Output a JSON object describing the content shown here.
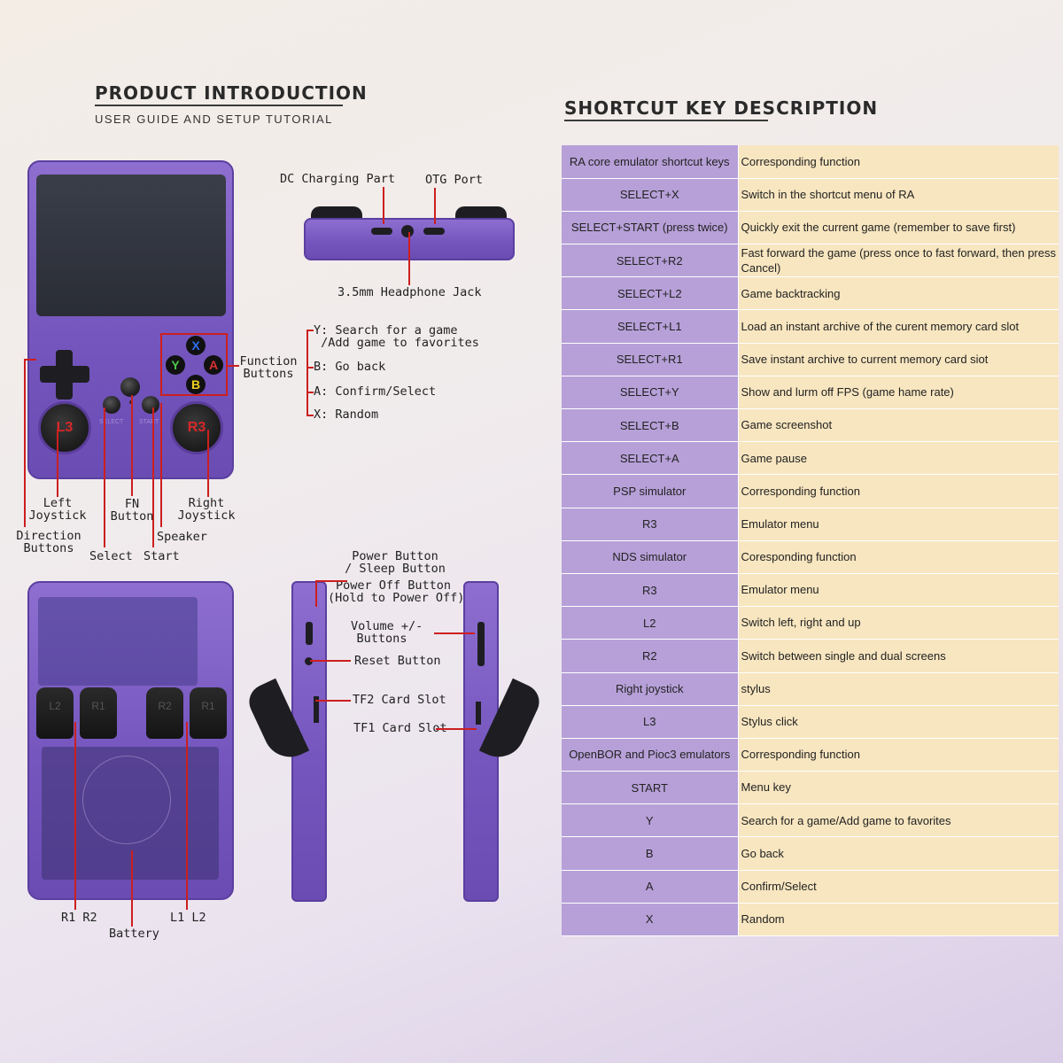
{
  "header_left": {
    "title": "PRODUCT INTRODUCTION",
    "subtitle": "USER GUIDE AND SETUP TUTORIAL"
  },
  "header_right": {
    "title": "SHORTCUT KEY DESCRIPTION"
  },
  "front_labels": {
    "left_joystick": "Left\nJoystick",
    "direction_buttons": "Direction\nButtons",
    "select": "Select",
    "fn_button": "FN\nButton",
    "start": "Start",
    "speaker": "Speaker",
    "right_joystick": "Right\nJoystick",
    "function_buttons": "Function\nButtons",
    "l3": "L3",
    "r3": "R3",
    "face_x": "X",
    "face_y": "Y",
    "face_a": "A",
    "face_b": "B",
    "select_print": "SELECT",
    "start_print": "START"
  },
  "function_list": {
    "y": "Y: Search for a game\n /Add game to favorites",
    "b": "B: Go back",
    "a": "A: Confirm/Select",
    "x": "X: Random"
  },
  "top_labels": {
    "dc": "DC Charging Part",
    "otg": "OTG Port",
    "jack": "3.5mm Headphone Jack"
  },
  "back_labels": {
    "r1r2": "R1 R2",
    "l1l2": "L1 L2",
    "battery": "Battery",
    "shoulder_l2": "L2",
    "shoulder_r1a": "R1",
    "shoulder_r2": "R2",
    "shoulder_r1b": "R1"
  },
  "side_labels": {
    "power": "Power Button\n/ Sleep Button",
    "power_off": "Power Off Button\n(Hold to Power Off)",
    "volume": "Volume +/-\nButtons",
    "reset": "Reset Button",
    "tf2": "TF2 Card Slot",
    "tf1": "TF1 Card Slot"
  },
  "colors": {
    "device_purple": "#7556be",
    "key_column": "#b7a0d8",
    "value_column": "#f8e6c0",
    "accent_red": "#cc1f1f"
  },
  "shortcut_table": [
    {
      "key": "RA core emulator shortcut keys",
      "value": "Corresponding function"
    },
    {
      "key": "SELECT+X",
      "value": "Switch in the shortcut menu of RA"
    },
    {
      "key": "SELECT+START (press twice)",
      "value": "Quickly exit the current game (remember to save first)"
    },
    {
      "key": "SELECT+R2",
      "value": "Fast forward the game (press once to fast forward, then press Cancel)"
    },
    {
      "key": "SELECT+L2",
      "value": "Game backtracking"
    },
    {
      "key": "SELECT+L1",
      "value": "Load an instant archive of the curent memory card slot"
    },
    {
      "key": "SELECT+R1",
      "value": "Save instant archive to current memory card siot"
    },
    {
      "key": "SELECT+Y",
      "value": "Show and lurm off FPS (game hame rate)"
    },
    {
      "key": "SELECT+B",
      "value": "Game screenshot"
    },
    {
      "key": "SELECT+A",
      "value": "Game pause"
    },
    {
      "key": "PSP simulator",
      "value": "Corresponding function"
    },
    {
      "key": "R3",
      "value": "Emulator menu"
    },
    {
      "key": "NDS simulator",
      "value": "Coresponding function"
    },
    {
      "key": "R3",
      "value": "Emulator menu"
    },
    {
      "key": "L2",
      "value": "Switch left, right and up"
    },
    {
      "key": "R2",
      "value": "Switch between single and dual screens"
    },
    {
      "key": "Right joystick",
      "value": "stylus"
    },
    {
      "key": "L3",
      "value": "Stylus click"
    },
    {
      "key": "OpenBOR and Pioc3 emulators",
      "value": "Corresponding function"
    },
    {
      "key": "START",
      "value": "Menu key"
    },
    {
      "key": "Y",
      "value": "Search for a game/Add game to favorites"
    },
    {
      "key": "B",
      "value": "Go back"
    },
    {
      "key": "A",
      "value": "Confirm/Select"
    },
    {
      "key": "X",
      "value": "Random"
    }
  ]
}
